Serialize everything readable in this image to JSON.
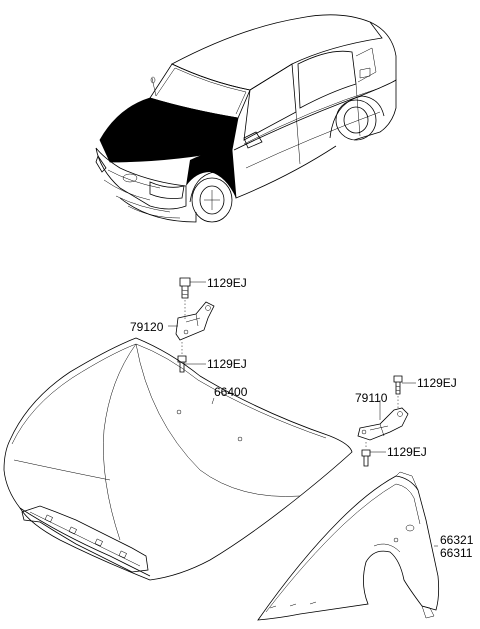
{
  "diagram": {
    "parts": {
      "bolt_top_left": "1129EJ",
      "hinge_left": "79120",
      "bolt_bottom_left": "1129EJ",
      "hood_panel": "66400",
      "bolt_top_right": "1129EJ",
      "hinge_right": "79110",
      "bolt_bottom_right": "1129EJ",
      "fender_rh": "66321",
      "fender_lh": "66311"
    },
    "colors": {
      "line": "#000000",
      "hood_highlight": "#000000",
      "background": "#ffffff"
    }
  }
}
